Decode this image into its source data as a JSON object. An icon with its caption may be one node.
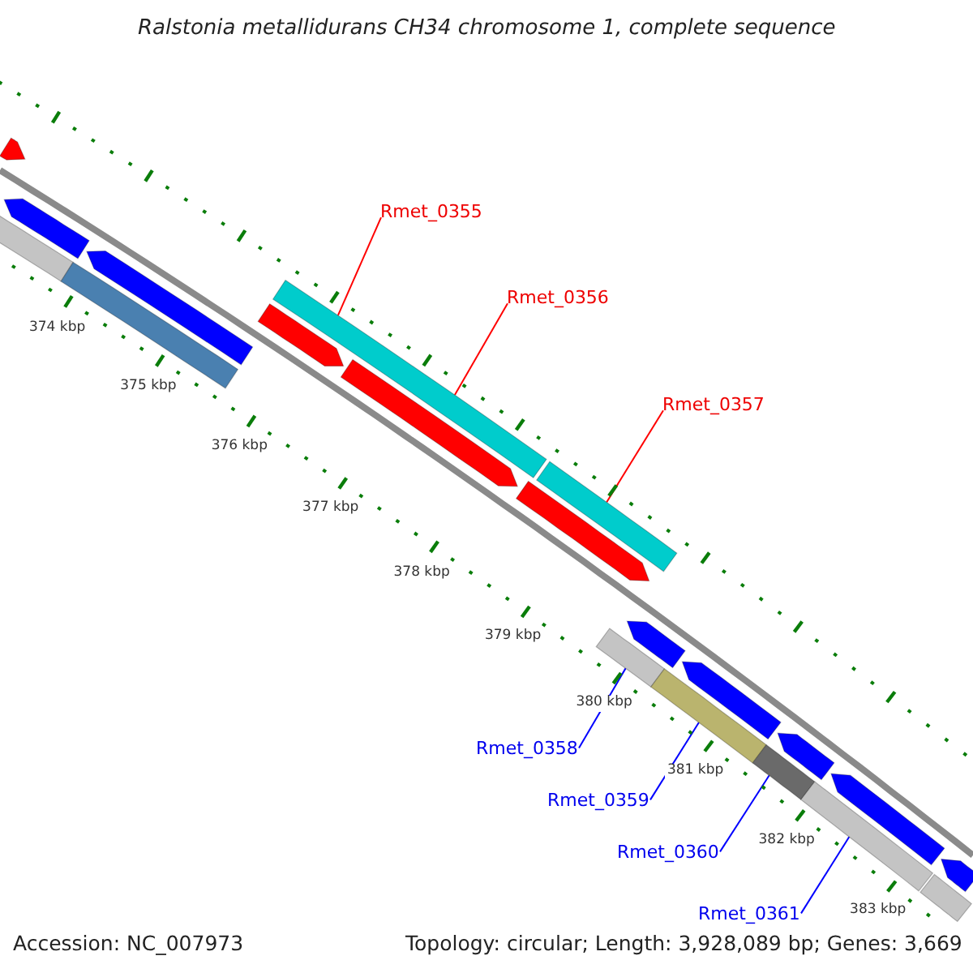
{
  "diagram": {
    "title": "Ralstonia metallidurans CH34 chromosome 1, complete sequence",
    "nodes": [
      {
        "text": [
          "Rmet_0355"
        ]
      },
      {
        "text": [
          "Rmet_0356"
        ]
      },
      {
        "text": [
          "Rmet_0357"
        ]
      },
      {
        "text": [
          "Rmet_0358"
        ]
      },
      {
        "text": [
          "Rmet_0359"
        ]
      },
      {
        "text": [
          "Rmet_0360"
        ]
      },
      {
        "text": [
          "Rmet_0361"
        ]
      },
      {
        "text": [],
        "shape": "pentagon"
      },
      {
        "text": [],
        "shape": "bar"
      },
      {
        "text": [],
        "shape": "pentagon"
      },
      {
        "text": [],
        "shape": "bar"
      },
      {
        "text": [],
        "shape": "pentagon"
      },
      {
        "text": [],
        "shape": "pentagon"
      },
      {
        "text": [],
        "shape": "bar"
      },
      {
        "text": [],
        "shape": "pentagon"
      },
      {
        "text": [],
        "shape": "pentagon"
      },
      {
        "text": [],
        "shape": "bar"
      },
      {
        "text": [],
        "shape": "bar"
      },
      {
        "text": [],
        "shape": "pentagon"
      },
      {
        "text": [],
        "shape": "bar"
      },
      {
        "text": [],
        "shape": "pentagon"
      },
      {
        "text": [],
        "shape": "bar"
      },
      {
        "text": [],
        "shape": "pentagon"
      },
      {
        "text": [],
        "shape": "bar"
      },
      {
        "text": [],
        "shape": "pentagon"
      },
      {
        "text": [],
        "shape": "bar"
      },
      {
        "text": [],
        "shape": "pentagon"
      }
    ],
    "edges": [
      {
        "from": 0,
        "to": 13,
        "arrow": "none",
        "color": "#ff0000"
      },
      {
        "from": 1,
        "to": 13,
        "arrow": "none",
        "color": "#ff0000"
      },
      {
        "from": 2,
        "to": 16,
        "arrow": "none",
        "color": "#ff0000"
      },
      {
        "from": 3,
        "to": 17,
        "arrow": "none"
      },
      {
        "from": 4,
        "to": 19,
        "arrow": "none"
      },
      {
        "from": 5,
        "to": 21,
        "arrow": "none"
      },
      {
        "from": 6,
        "to": 23,
        "arrow": "none"
      }
    ],
    "labels": [
      "374 kbp",
      "375 kbp",
      "376 kbp",
      "377 kbp",
      "378 kbp",
      "379 kbp",
      "380 kbp",
      "381 kbp",
      "382 kbp",
      "383 kbp",
      "Accession: NC_007973",
      "Topology: circular; Length: 3,928,089 bp; Genes: 3,669"
    ]
  }
}
